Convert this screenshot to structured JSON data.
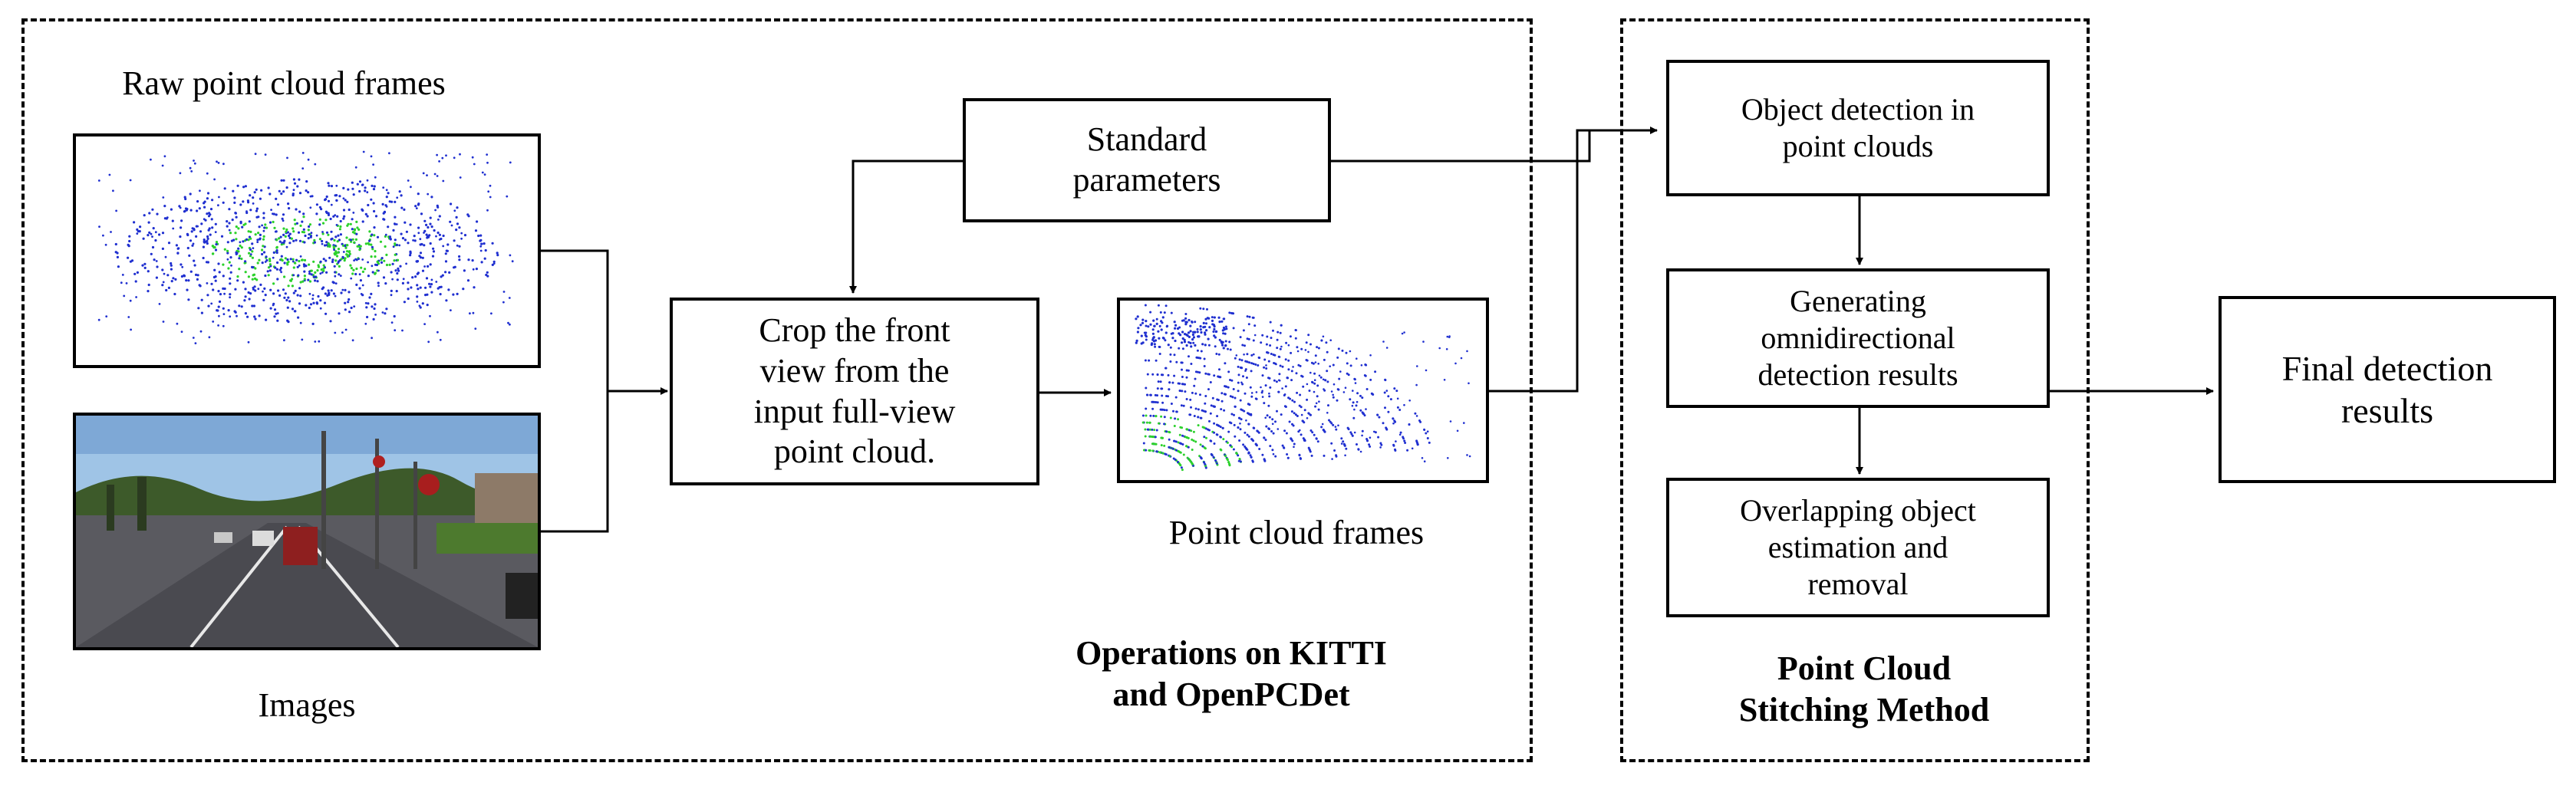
{
  "diagram": {
    "left_panel": {
      "raw_frames_label": "Raw point cloud frames",
      "images_label": "Images",
      "crop_box": "Crop the front\nview from the\ninput full-view\npoint cloud.",
      "standard_params_box": "Standard\nparameters",
      "point_cloud_frames_label": "Point cloud frames",
      "section_caption": "Operations on KITTI\nand OpenPCDet"
    },
    "right_panel": {
      "detect_box": "Object detection in\npoint clouds",
      "omni_box": "Generating\nomnidirectional\ndetection results",
      "overlap_box": "Overlapping object\nestimation and\nremoval",
      "section_caption": "Point Cloud\nStitching  Method"
    },
    "final_box": "Final detection\nresults",
    "colors": {
      "line": "#000000",
      "point_blue": "#1f2fd0",
      "point_green": "#2bd12b",
      "sky": "#8fb6dc",
      "road": "#55555a"
    },
    "icons": [
      "raw-point-cloud-image",
      "street-camera-image",
      "front-view-point-cloud-image"
    ]
  }
}
